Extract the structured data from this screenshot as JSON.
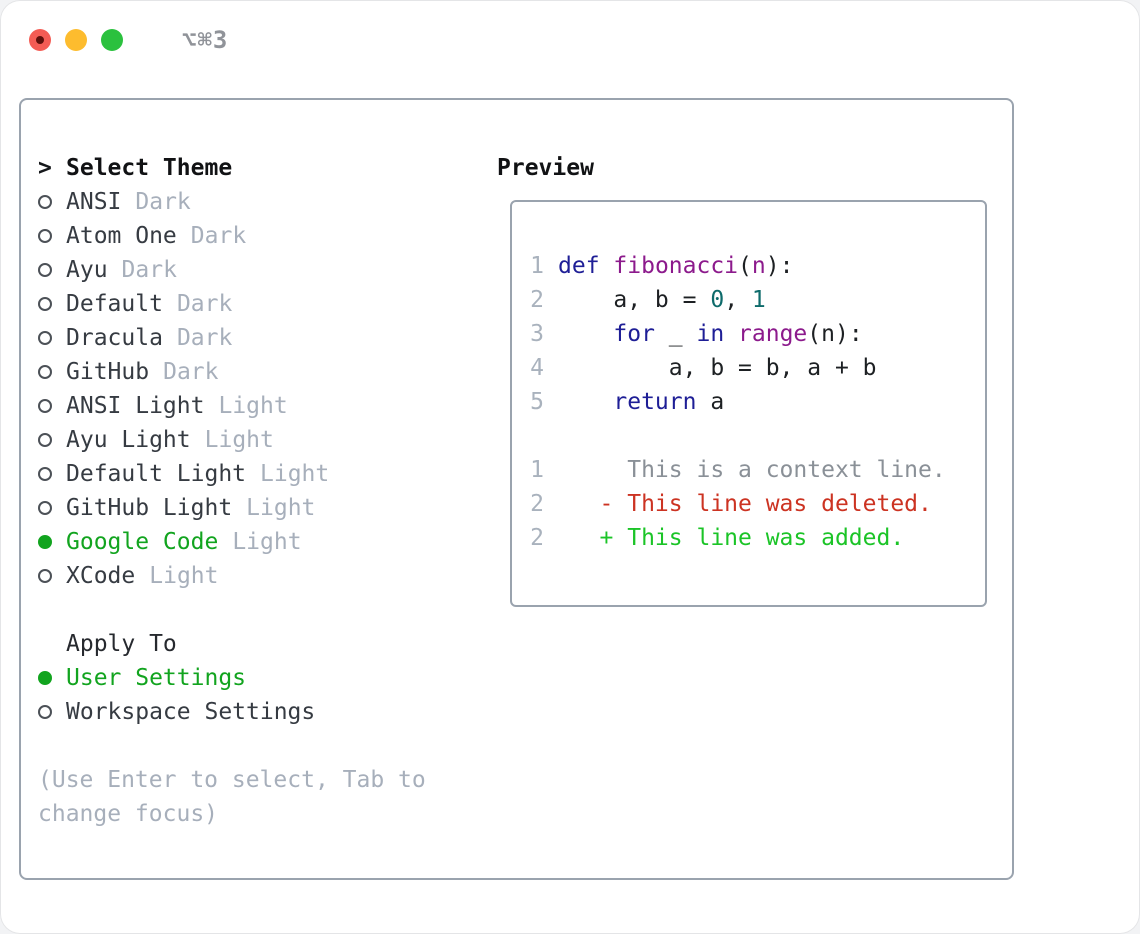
{
  "window": {
    "title": "⌥⌘3",
    "traffic_lights": [
      "close",
      "minimize",
      "zoom"
    ]
  },
  "colors": {
    "accent_green": "#12a41f",
    "added_green": "#1bc427",
    "deleted_red": "#cc3322",
    "keyword_blue": "#1e1e96",
    "function_purple": "#8c1a8c",
    "literal_teal": "#0e6b6b",
    "muted_gray": "#a7afbb",
    "context_gray": "#8a9097",
    "panel_border": "#9aa3ae"
  },
  "theme_selector": {
    "header": {
      "prompt": ">",
      "label": "Select Theme"
    },
    "items": [
      {
        "name": "ANSI",
        "variant": "Dark",
        "selected": false
      },
      {
        "name": "Atom One",
        "variant": "Dark",
        "selected": false
      },
      {
        "name": "Ayu",
        "variant": "Dark",
        "selected": false
      },
      {
        "name": "Default",
        "variant": "Dark",
        "selected": false
      },
      {
        "name": "Dracula",
        "variant": "Dark",
        "selected": false
      },
      {
        "name": "GitHub",
        "variant": "Dark",
        "selected": false
      },
      {
        "name": "ANSI Light",
        "variant": "Light",
        "selected": false
      },
      {
        "name": "Ayu Light",
        "variant": "Light",
        "selected": false
      },
      {
        "name": "Default Light",
        "variant": "Light",
        "selected": false
      },
      {
        "name": "GitHub Light",
        "variant": "Light",
        "selected": false
      },
      {
        "name": "Google Code",
        "variant": "Light",
        "selected": true
      },
      {
        "name": "XCode",
        "variant": "Light",
        "selected": false
      }
    ],
    "apply_to": {
      "label": "Apply To",
      "options": [
        {
          "name": "User Settings",
          "selected": true
        },
        {
          "name": "Workspace Settings",
          "selected": false
        }
      ]
    },
    "help_lines": [
      "(Use Enter to select, Tab to",
      "change focus)"
    ]
  },
  "preview": {
    "header": "Preview",
    "code_lines": [
      {
        "ln": "1",
        "tokens": [
          {
            "t": "def",
            "c": "kw"
          },
          {
            "t": " ",
            "c": "pl"
          },
          {
            "t": "fibonacci",
            "c": "fn"
          },
          {
            "t": "(",
            "c": "pl"
          },
          {
            "t": "n",
            "c": "fn"
          },
          {
            "t": "):",
            "c": "pl"
          }
        ]
      },
      {
        "ln": "2",
        "tokens": [
          {
            "t": "    a, b = ",
            "c": "pl"
          },
          {
            "t": "0",
            "c": "lit"
          },
          {
            "t": ", ",
            "c": "pl"
          },
          {
            "t": "1",
            "c": "lit"
          }
        ]
      },
      {
        "ln": "3",
        "tokens": [
          {
            "t": "    ",
            "c": "pl"
          },
          {
            "t": "for",
            "c": "kw"
          },
          {
            "t": " _ ",
            "c": "pl"
          },
          {
            "t": "in",
            "c": "kw"
          },
          {
            "t": " ",
            "c": "pl"
          },
          {
            "t": "range",
            "c": "fn"
          },
          {
            "t": "(n):",
            "c": "pl"
          }
        ]
      },
      {
        "ln": "4",
        "tokens": [
          {
            "t": "        a, b = b, a + b",
            "c": "pl"
          }
        ]
      },
      {
        "ln": "5",
        "tokens": [
          {
            "t": "    ",
            "c": "pl"
          },
          {
            "t": "return",
            "c": "kw"
          },
          {
            "t": " a",
            "c": "pl"
          }
        ]
      },
      {
        "ln": "",
        "tokens": []
      },
      {
        "ln": "1",
        "tokens": [
          {
            "t": "     This is a context line.",
            "c": "ctx"
          }
        ]
      },
      {
        "ln": "2",
        "tokens": [
          {
            "t": "   - This line was deleted.",
            "c": "del"
          }
        ]
      },
      {
        "ln": "2",
        "tokens": [
          {
            "t": "   + This line was added.",
            "c": "add"
          }
        ]
      }
    ]
  }
}
